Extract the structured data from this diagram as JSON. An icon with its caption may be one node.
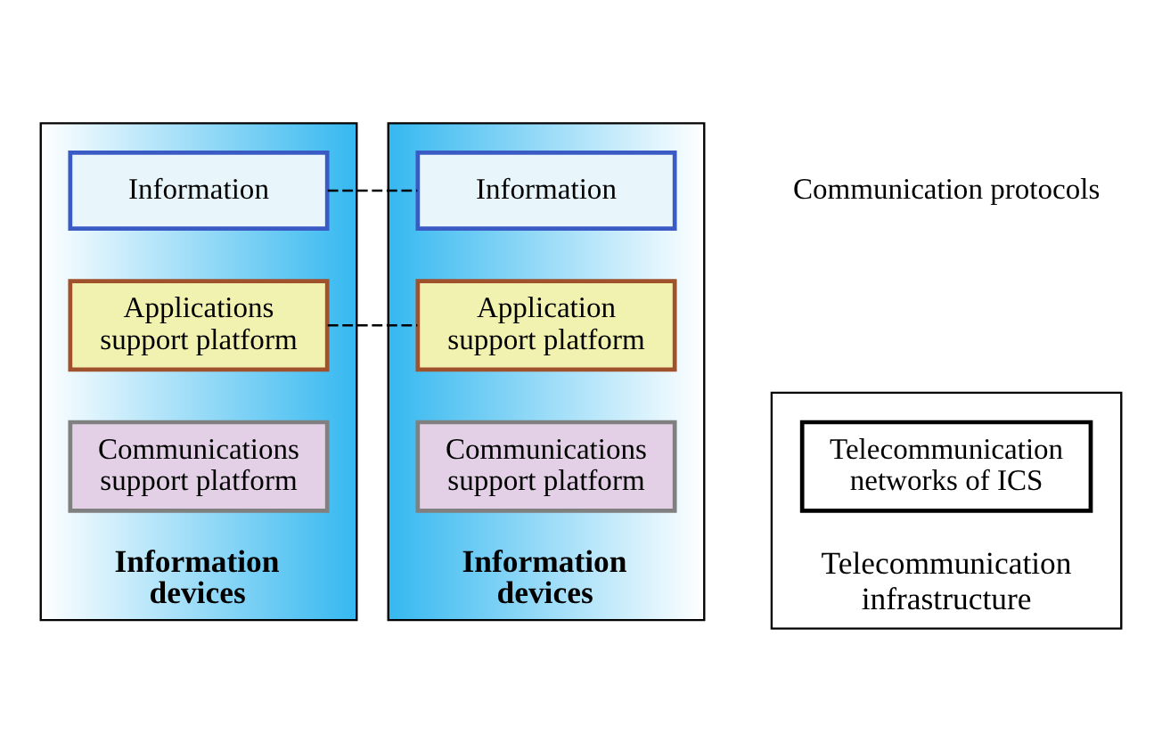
{
  "diagram": {
    "nodes": [
      {
        "text": [
          "Information devices"
        ]
      },
      {
        "text": [
          "Information"
        ],
        "in": 0
      },
      {
        "text": [
          "Applications support platform"
        ],
        "in": 0
      },
      {
        "text": [
          "Communications support platform"
        ],
        "in": 0
      },
      {
        "text": [
          "Information devices"
        ]
      },
      {
        "text": [
          "Information"
        ],
        "in": 4
      },
      {
        "text": [
          "Application support platform"
        ],
        "in": 4
      },
      {
        "text": [
          "Communications support platform"
        ],
        "in": 4
      },
      {
        "text": [
          "Telecommunication infrastructure"
        ]
      },
      {
        "text": [
          "Telecommunication networks of ICS"
        ],
        "in": 8
      }
    ],
    "edges": [
      {
        "from": 1,
        "to": 5,
        "arrow": "none",
        "style": "dashed"
      },
      {
        "from": 2,
        "to": 6,
        "arrow": "none",
        "style": "dashed"
      }
    ],
    "labels": [
      "Communication protocols"
    ]
  }
}
